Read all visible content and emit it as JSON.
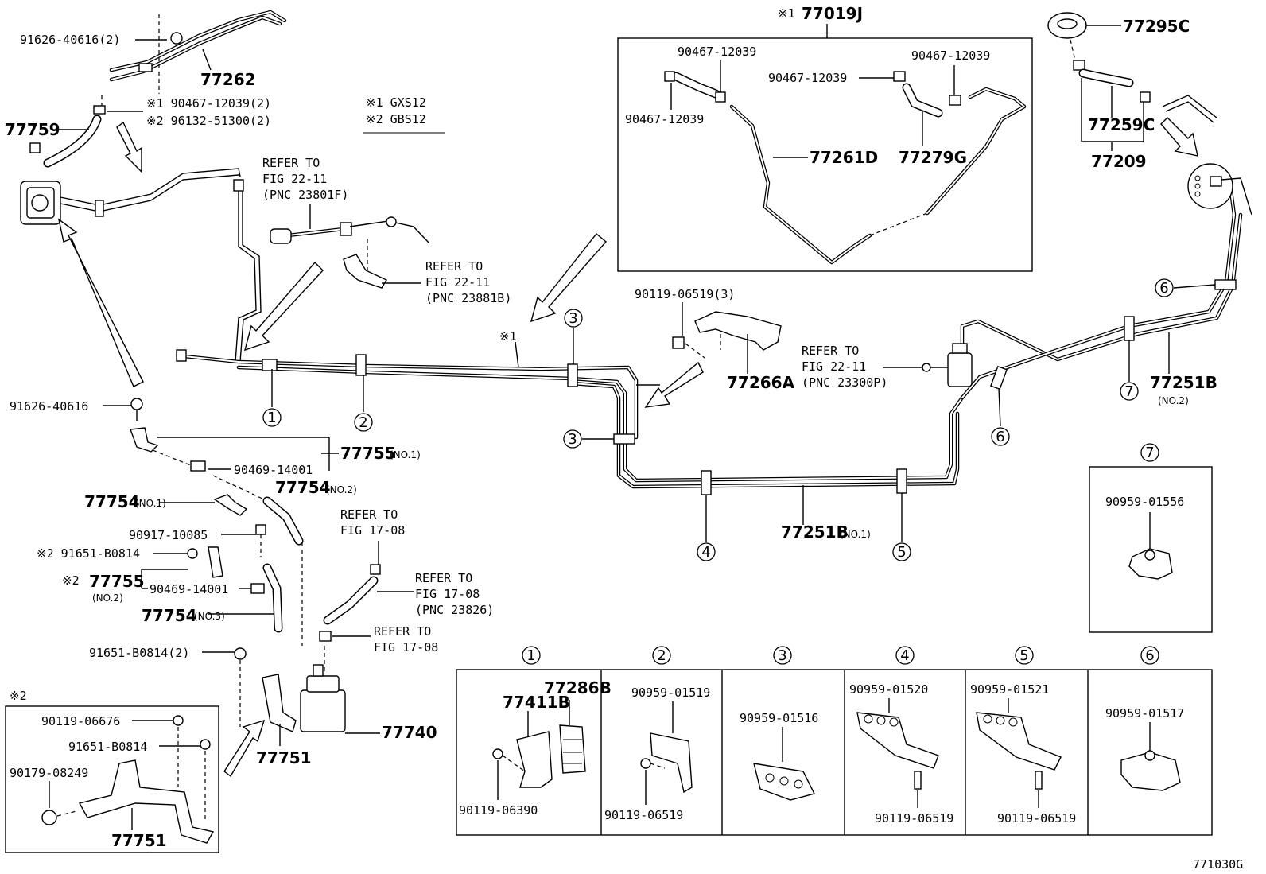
{
  "figure_id": "771030G",
  "legend": {
    "note1": "※1 GXS12",
    "note2": "※2 GBS12"
  },
  "inset_77019J": {
    "title": "※1 77019J",
    "labels": {
      "clip_a": "90467-12039",
      "clip_b": "90467-12039",
      "clip_c": "90467-12039",
      "clip_d": "90467-12039",
      "tube": "77261D",
      "hose": "77279G"
    }
  },
  "top_left": {
    "bolt_ref": "91626-40616(2)",
    "tube_ref": "77262",
    "clip_ref_1": "※1 90467-12039(2)",
    "clip_ref_2": "※2 96132-51300(2)",
    "hose_ref": "77759"
  },
  "top_right": {
    "cap_ref": "77295C",
    "hose_ref": "77259C",
    "assy_ref": "77209"
  },
  "refer_notes": {
    "r1": [
      "REFER TO",
      "FIG 22-11",
      "(PNC 23801F)"
    ],
    "r2": [
      "REFER TO",
      "FIG 22-11",
      "(PNC 23881B)"
    ],
    "r3": [
      "REFER TO",
      "FIG 22-11",
      "(PNC 23300P)"
    ],
    "r4": [
      "REFER TO",
      "FIG 17-08"
    ],
    "r5": [
      "REFER TO",
      "FIG 17-08",
      "(PNC 23826)"
    ],
    "r6": [
      "REFER TO",
      "FIG 17-08"
    ]
  },
  "marker_x1": "※1",
  "middle": {
    "bracket_bolts": "90119-06519(3)",
    "bracket": "77266A",
    "tube_no1": "77251B",
    "tube_no1_sub": "(NO.1)",
    "tube_no2": "77251B",
    "tube_no2_sub": "(NO.2)"
  },
  "left_parts": {
    "bolt": "91626-40616",
    "clamp_77755": "77755",
    "clamp_77755_sub": "(NO.1)",
    "clip_90469_a": "90469-14001",
    "hose_no2": "77754",
    "hose_no2_sub": "(NO.2)",
    "hose_no1": "77754",
    "hose_no1_sub": "(NO.1)",
    "union": "90917-10085",
    "bolt_b0814": "※2 91651-B0814",
    "clamp_no2_prefix": "※2",
    "clamp_no2": "77755",
    "clamp_no2_sub": "(NO.2)",
    "clip_90469_b": "90469-14001",
    "hose_no3": "77754",
    "hose_no3_sub": "(NO.3)",
    "bolt_b0814_2": "91651-B0814(2)",
    "canister": "77740",
    "bracket": "77751"
  },
  "inset_x2": {
    "title": "※2",
    "bolt_a": "90119-06676",
    "bolt_b": "91651-B0814",
    "nut": "90179-08249",
    "bracket": "77751"
  },
  "inset_7": {
    "num": "7",
    "part": "90959-01556"
  },
  "panels": [
    {
      "num": "1",
      "parts": [
        "77286B",
        "77411B",
        "90119-06390"
      ]
    },
    {
      "num": "2",
      "parts": [
        "90959-01519",
        "90119-06519"
      ]
    },
    {
      "num": "3",
      "parts": [
        "90959-01516"
      ]
    },
    {
      "num": "4",
      "parts": [
        "90959-01520",
        "90119-06519"
      ]
    },
    {
      "num": "5",
      "parts": [
        "90959-01521",
        "90119-06519"
      ]
    },
    {
      "num": "6",
      "parts": [
        "90959-01517"
      ]
    }
  ],
  "circles": {
    "c1": "1",
    "c2": "2",
    "c3a": "3",
    "c3b": "3",
    "c4": "4",
    "c5": "5",
    "c6a": "6",
    "c6b": "6",
    "c7": "7"
  }
}
